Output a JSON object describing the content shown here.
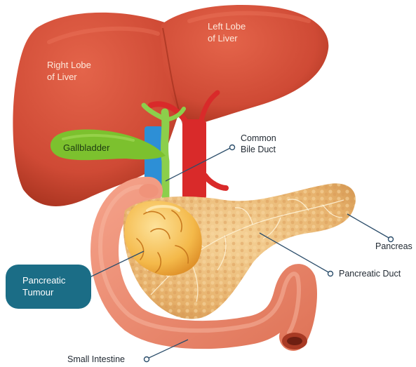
{
  "labels": {
    "right_lobe": [
      "Right Lobe",
      "of Liver"
    ],
    "left_lobe": [
      "Left Lobe",
      "of Liver"
    ],
    "gallbladder": "Gallbladder",
    "common_bile_duct": [
      "Common",
      "Bile Duct"
    ],
    "pancreas": "Pancreas",
    "pancreatic_duct": "Pancreatic Duct",
    "pancreatic_tumour": [
      "Pancreatic",
      "Tumour"
    ],
    "small_intestine": "Small Intestine"
  },
  "colors": {
    "liver": "#cf4a35",
    "liver_dark": "#a8331f",
    "gallbladder": "#7cc12e",
    "artery": "#d92a2a",
    "portal_vein": "#2d8fd6",
    "bile_duct": "#8ccf4b",
    "pancreas": "#e9b56a",
    "intestine": "#ee8a6c",
    "tumour": "#f2b84a",
    "tumour_callout": "#1b6d86"
  }
}
